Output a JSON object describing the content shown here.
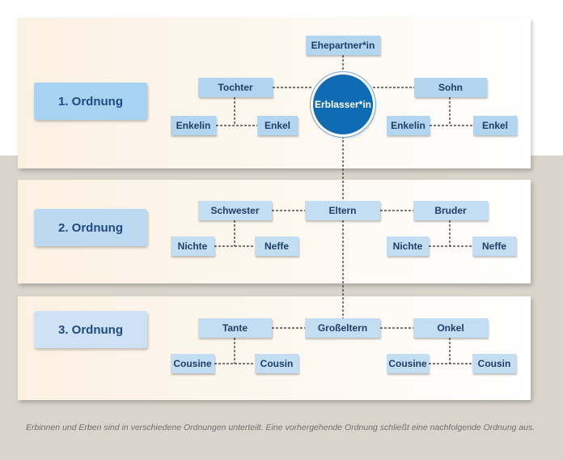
{
  "levels": {
    "first": {
      "label": "1. Ordnung",
      "center": "Erblasser*in",
      "top": "Ehepartner*in",
      "left": "Tochter",
      "right": "Sohn",
      "left_children": [
        "Enkelin",
        "Enkel"
      ],
      "right_children": [
        "Enkelin",
        "Enkel"
      ]
    },
    "second": {
      "label": "2. Ordnung",
      "center": "Eltern",
      "left": "Schwester",
      "right": "Bruder",
      "left_children": [
        "Nichte",
        "Neffe"
      ],
      "right_children": [
        "Nichte",
        "Neffe"
      ]
    },
    "third": {
      "label": "3. Ordnung",
      "center": "Großeltern",
      "left": "Tante",
      "right": "Onkel",
      "left_children": [
        "Cousine",
        "Cousin"
      ],
      "right_children": [
        "Cousine",
        "Cousin"
      ]
    }
  },
  "caption": "Erbinnen und Erben sind in verschiedene Ordnungen unterteilt. Eine vorhergehende Ordnung schließt eine nachfolgende Ordnung aus.",
  "colors": {
    "circle": "#0f6bb3",
    "node": "#c3def3",
    "text": "#1f3e66",
    "background_lower": "#d9d5cc"
  }
}
